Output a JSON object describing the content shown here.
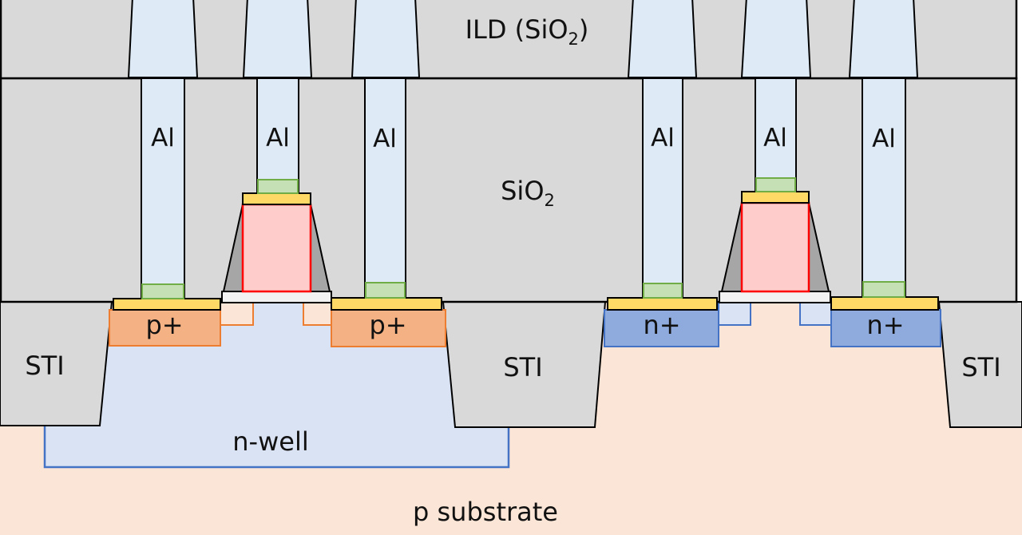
{
  "labels": {
    "ild": "ILD (SiO",
    "ild_sub": "2",
    "ild_close": ")",
    "oxide": "SiO",
    "oxide_sub": "2",
    "metal": "Al",
    "pplus": "p+",
    "nplus": "n+",
    "sti": "STI",
    "nwell": "n-well",
    "substrate": "p substrate"
  },
  "colors": {
    "ild": "#d9d9d9",
    "oxide": "#d9d9d9",
    "metal": "#deebf7",
    "contact_silicide": "#c5e0b4",
    "silicide": "#ffd966",
    "gate_poly": "#ffcccc",
    "gate_outline": "#ff0000",
    "spacer": "#a6a6a6",
    "gate_oxide": "#f2f2f2",
    "p_plus": "#f4b183",
    "p_plus_outline": "#ed7d31",
    "p_ldd": "#fbe5d6",
    "n_plus": "#8faadc",
    "n_plus_outline": "#4472c4",
    "n_ldd": "#dae3f3",
    "n_well": "#dae3f3",
    "substrate": "#fbe5d6",
    "sti": "#d9d9d9",
    "outline": "#000000"
  }
}
